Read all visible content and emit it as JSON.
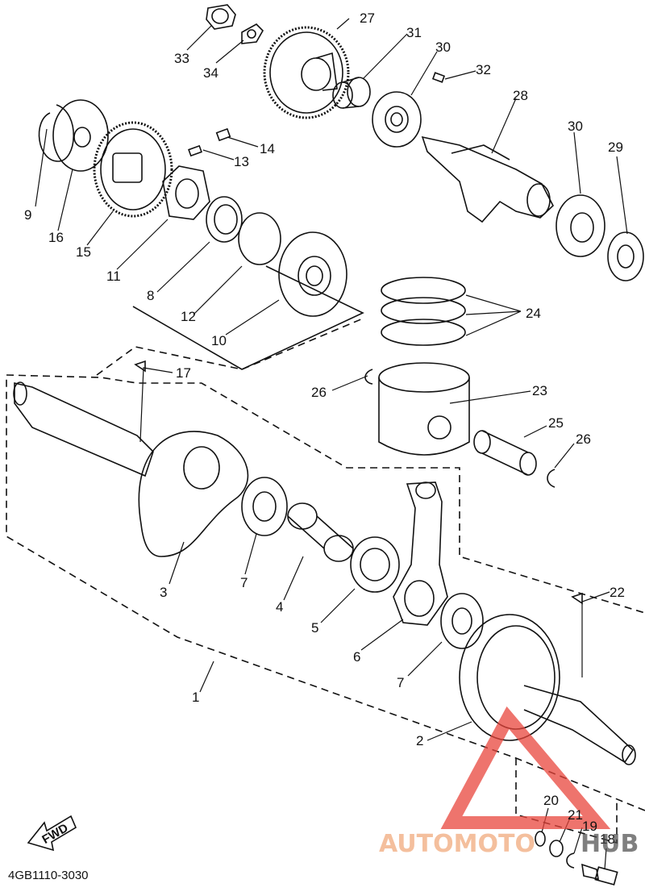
{
  "diagram_code": "4GB1110-3030",
  "fwd_label": "FWD",
  "watermark": {
    "part1": "AUTOMOTO",
    "part2": "HUB",
    "color_light": "#f3b48c",
    "color_dark": "#4a4a4a",
    "logo_color": "#e8453c"
  },
  "labels": {
    "l1": "1",
    "l2": "2",
    "l3": "3",
    "l4": "4",
    "l5": "5",
    "l6": "6",
    "l7a": "7",
    "l7b": "7",
    "l8": "8",
    "l9": "9",
    "l10": "10",
    "l11": "11",
    "l12": "12",
    "l13": "13",
    "l14": "14",
    "l15": "15",
    "l16": "16",
    "l17": "17",
    "l18": "18",
    "l19": "19",
    "l20": "20",
    "l21": "21",
    "l22": "22",
    "l23": "23",
    "l24": "24",
    "l25": "25",
    "l26a": "26",
    "l26b": "26",
    "l27": "27",
    "l28": "28",
    "l29": "29",
    "l30a": "30",
    "l30b": "30",
    "l31": "31",
    "l32": "32",
    "l33": "33",
    "l34": "34"
  }
}
